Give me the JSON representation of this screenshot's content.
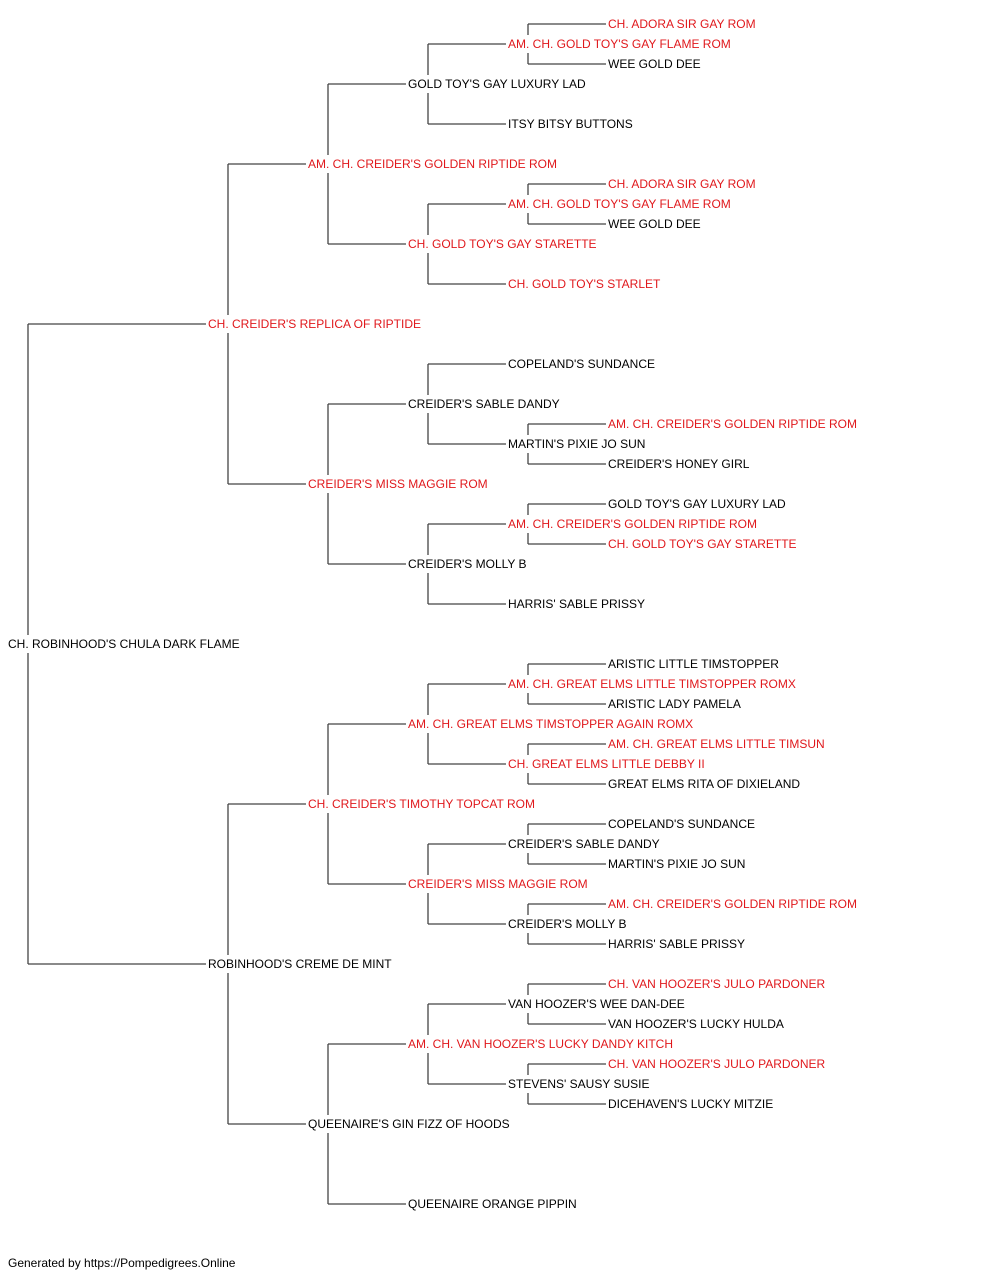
{
  "colors": {
    "champion": "#e0181c",
    "normal": "#000000"
  },
  "root": {
    "name": "CH. ROBINHOOD'S CHULA DARK FLAME",
    "ch": false,
    "sire": {
      "name": "CH. CREIDER'S REPLICA OF RIPTIDE",
      "ch": true,
      "sire": {
        "name": "AM. CH. CREIDER'S GOLDEN RIPTIDE ROM",
        "ch": true,
        "sire": {
          "name": "GOLD TOY'S GAY LUXURY LAD",
          "ch": false,
          "sire": {
            "name": "AM. CH. GOLD TOY'S GAY FLAME ROM",
            "ch": true,
            "sire": {
              "name": "CH. ADORA SIR GAY ROM",
              "ch": true
            },
            "dam": {
              "name": "WEE GOLD DEE",
              "ch": false
            }
          },
          "dam": {
            "name": "ITSY BITSY BUTTONS",
            "ch": false
          }
        },
        "dam": {
          "name": "CH. GOLD TOY'S GAY STARETTE",
          "ch": true,
          "sire": {
            "name": "AM. CH. GOLD TOY'S GAY FLAME ROM",
            "ch": true,
            "sire": {
              "name": "CH. ADORA SIR GAY ROM",
              "ch": true
            },
            "dam": {
              "name": "WEE GOLD DEE",
              "ch": false
            }
          },
          "dam": {
            "name": "CH. GOLD TOY'S STARLET",
            "ch": true
          }
        }
      },
      "dam": {
        "name": "CREIDER'S MISS MAGGIE ROM",
        "ch": true,
        "sire": {
          "name": "CREIDER'S SABLE DANDY",
          "ch": false,
          "sire": {
            "name": "COPELAND'S SUNDANCE",
            "ch": false
          },
          "dam": {
            "name": "MARTIN'S PIXIE JO SUN",
            "ch": false,
            "sire": {
              "name": "AM. CH. CREIDER'S GOLDEN RIPTIDE ROM",
              "ch": true
            },
            "dam": {
              "name": "CREIDER'S HONEY GIRL",
              "ch": false
            }
          }
        },
        "dam": {
          "name": "CREIDER'S MOLLY B",
          "ch": false,
          "sire": {
            "name": "AM. CH. CREIDER'S GOLDEN RIPTIDE ROM",
            "ch": true,
            "sire": {
              "name": "GOLD TOY'S GAY LUXURY LAD",
              "ch": false
            },
            "dam": {
              "name": "CH. GOLD TOY'S GAY STARETTE",
              "ch": true
            }
          },
          "dam": {
            "name": "HARRIS' SABLE PRISSY",
            "ch": false
          }
        }
      }
    },
    "dam": {
      "name": "ROBINHOOD'S CREME DE MINT",
      "ch": false,
      "sire": {
        "name": "CH. CREIDER'S TIMOTHY TOPCAT ROM",
        "ch": true,
        "sire": {
          "name": "AM. CH. GREAT ELMS TIMSTOPPER AGAIN ROMX",
          "ch": true,
          "sire": {
            "name": "AM. CH. GREAT ELMS LITTLE TIMSTOPPER ROMX",
            "ch": true,
            "sire": {
              "name": "ARISTIC LITTLE TIMSTOPPER",
              "ch": false
            },
            "dam": {
              "name": "ARISTIC LADY PAMELA",
              "ch": false
            }
          },
          "dam": {
            "name": "CH. GREAT ELMS LITTLE DEBBY II",
            "ch": true,
            "sire": {
              "name": "AM. CH. GREAT ELMS LITTLE TIMSUN",
              "ch": true
            },
            "dam": {
              "name": "GREAT ELMS RITA OF DIXIELAND",
              "ch": false
            }
          }
        },
        "dam": {
          "name": "CREIDER'S MISS MAGGIE ROM",
          "ch": true,
          "sire": {
            "name": "CREIDER'S SABLE DANDY",
            "ch": false,
            "sire": {
              "name": "COPELAND'S SUNDANCE",
              "ch": false
            },
            "dam": {
              "name": "MARTIN'S PIXIE JO SUN",
              "ch": false
            }
          },
          "dam": {
            "name": "CREIDER'S MOLLY B",
            "ch": false,
            "sire": {
              "name": "AM. CH. CREIDER'S GOLDEN RIPTIDE ROM",
              "ch": true
            },
            "dam": {
              "name": "HARRIS' SABLE PRISSY",
              "ch": false
            }
          }
        }
      },
      "dam": {
        "name": "QUEENAIRE'S GIN FIZZ OF HOODS",
        "ch": false,
        "sire": {
          "name": "AM. CH. VAN HOOZER'S LUCKY DANDY KITCH",
          "ch": true,
          "sire": {
            "name": "VAN HOOZER'S WEE DAN-DEE",
            "ch": false,
            "sire": {
              "name": "CH. VAN HOOZER'S JULO PARDONER",
              "ch": true
            },
            "dam": {
              "name": "VAN HOOZER'S LUCKY HULDA",
              "ch": false
            }
          },
          "dam": {
            "name": "STEVENS' SAUSY SUSIE",
            "ch": false,
            "sire": {
              "name": "CH. VAN HOOZER'S JULO PARDONER",
              "ch": true
            },
            "dam": {
              "name": "DICEHAVEN'S LUCKY MITZIE",
              "ch": false
            }
          }
        },
        "dam": {
          "name": "QUEENAIRE ORANGE PIPPIN",
          "ch": false
        }
      }
    }
  },
  "footer": "Generated by https://Pompedigrees.Online"
}
